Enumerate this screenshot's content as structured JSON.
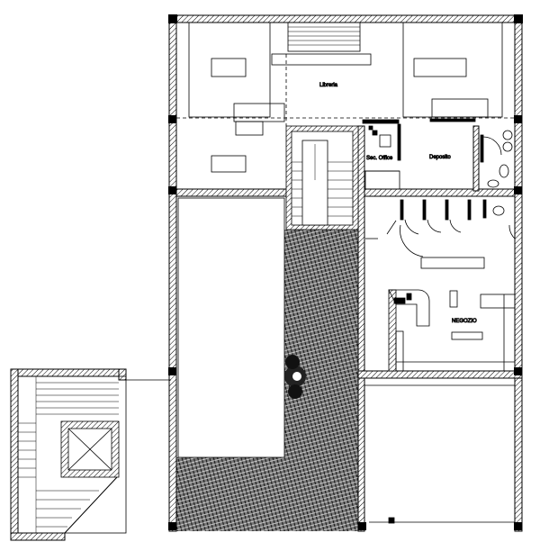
{
  "plan": {
    "rooms": {
      "library": "Libreria",
      "office": "Sec. Office",
      "storage": "Deposito",
      "shop": "NEGOZIO"
    },
    "colors": {
      "line": "#000000",
      "background": "#ffffff"
    }
  }
}
